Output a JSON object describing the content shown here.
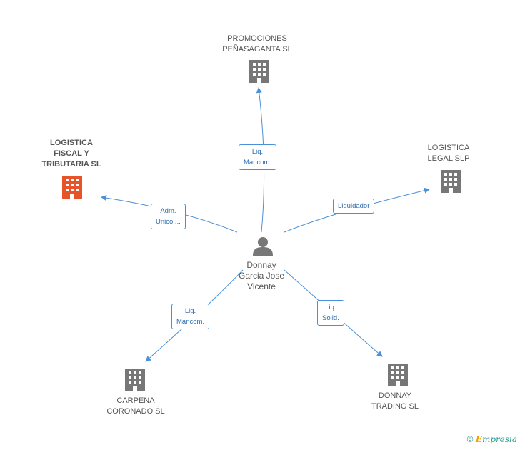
{
  "nodes": {
    "center": {
      "name": "Donnay\nGarcia Jose\nVicente",
      "icon": "person-icon"
    },
    "promociones": {
      "name": "PROMOCIONES\nPEÑASAGANTA SL",
      "icon": "building-icon"
    },
    "logistica_fiscal": {
      "name": "LOGISTICA\nFISCAL Y\nTRIBUTARIA SL",
      "icon": "building-icon",
      "color": "#e8542a"
    },
    "logistica_legal": {
      "name": "LOGISTICA\nLEGAL SLP",
      "icon": "building-icon"
    },
    "carpena": {
      "name": "CARPENA\nCORONADO SL",
      "icon": "building-icon"
    },
    "donnay_trading": {
      "name": "DONNAY\nTRADING SL",
      "icon": "building-icon"
    }
  },
  "edges": {
    "promociones": "Liq.\nMancom.",
    "logistica_fiscal": "Adm.\nUnico,...",
    "logistica_legal": "Liquidador",
    "carpena": "Liq.\nMancom.",
    "donnay_trading": "Liq.\nSolid."
  },
  "colors": {
    "edge": "#4a90d9",
    "building": "#777777",
    "highlight": "#e8542a"
  },
  "footer": {
    "copyright": "©",
    "brand_first": "E",
    "brand_rest": "mpresia"
  }
}
